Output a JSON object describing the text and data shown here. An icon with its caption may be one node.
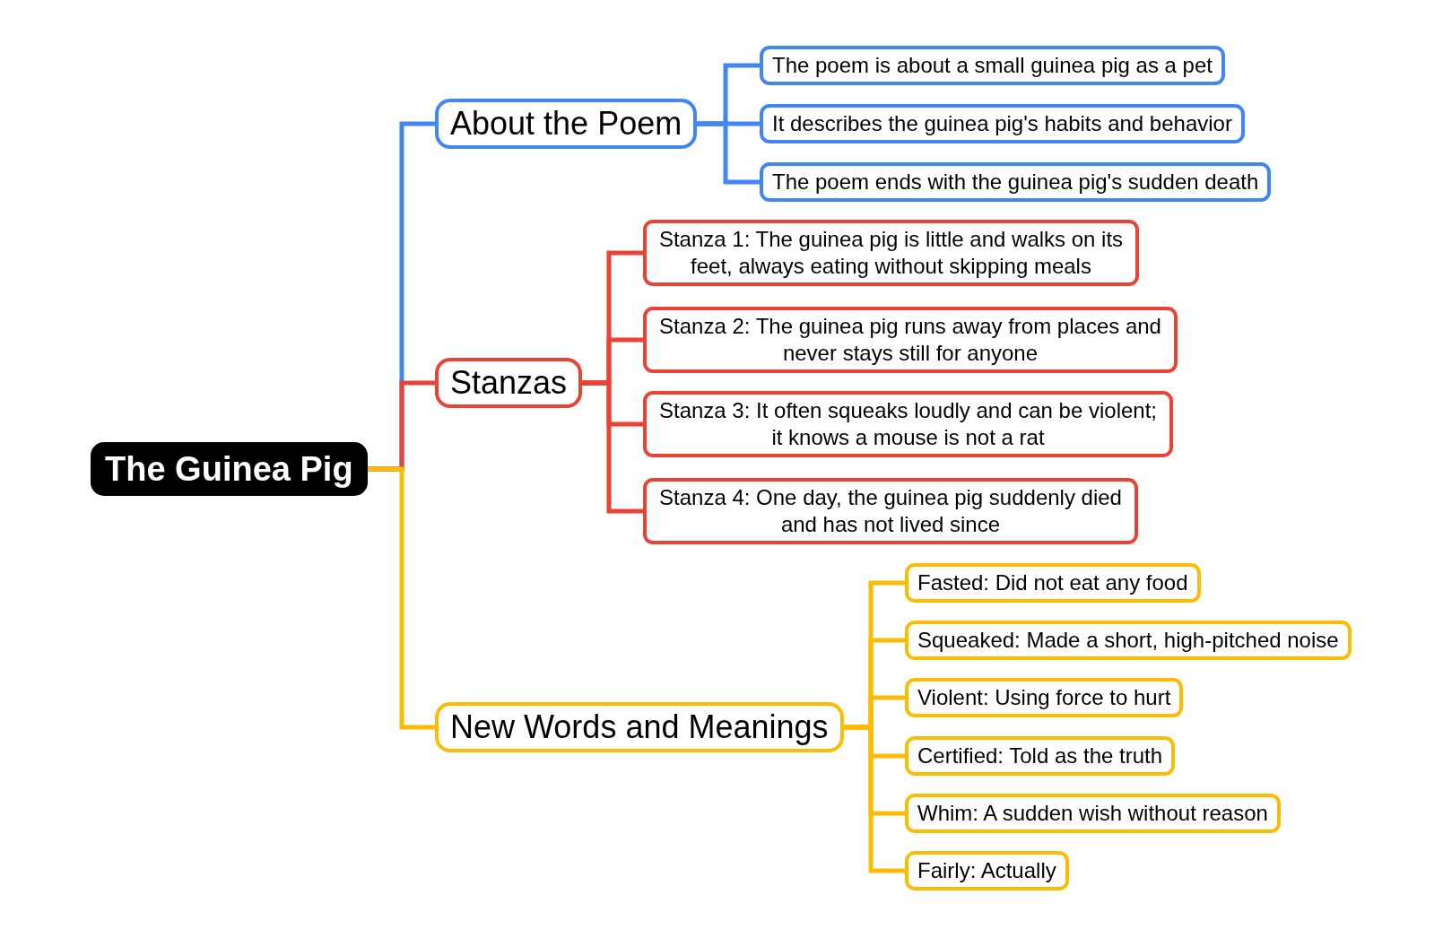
{
  "diagram": {
    "nodes": [
      {
        "text": [
          "The Guinea Pig"
        ]
      },
      {
        "text": [
          "About the Poem"
        ]
      },
      {
        "text": [
          "The poem is about a small guinea pig as a pet"
        ]
      },
      {
        "text": [
          "It describes the guinea pig's habits and behavior"
        ]
      },
      {
        "text": [
          "The poem ends with the guinea pig's sudden death"
        ]
      },
      {
        "text": [
          "Stanzas"
        ]
      },
      {
        "text": [
          "Stanza 1: The guinea pig is little and walks on its feet, always eating without skipping meals"
        ]
      },
      {
        "text": [
          "Stanza 2: The guinea pig runs away from places and never stays still for anyone"
        ]
      },
      {
        "text": [
          "Stanza 3: It often squeaks loudly and can be violent; it knows a mouse is not a rat"
        ]
      },
      {
        "text": [
          "Stanza 4: One day, the guinea pig suddenly died and has not lived since"
        ]
      },
      {
        "text": [
          "New Words and Meanings"
        ]
      },
      {
        "text": [
          "Fasted: Did not eat any food"
        ]
      },
      {
        "text": [
          "Squeaked: Made a short, high-pitched noise"
        ]
      },
      {
        "text": [
          "Violent: Using force to hurt"
        ]
      },
      {
        "text": [
          "Certified: Told as the truth"
        ]
      },
      {
        "text": [
          "Whim: A sudden wish without reason"
        ]
      },
      {
        "text": [
          "Fairly: Actually"
        ]
      }
    ],
    "edges": [
      {
        "from": 0,
        "to": 1,
        "arrow": "none",
        "color": "#4285f4"
      },
      {
        "from": 0,
        "to": 5,
        "arrow": "none",
        "color": "#ea4335"
      },
      {
        "from": 0,
        "to": 10,
        "arrow": "none"
      },
      {
        "from": 1,
        "to": 2,
        "arrow": "none",
        "color": "#4285f4"
      },
      {
        "from": 1,
        "to": 3,
        "arrow": "none",
        "color": "#4285f4"
      },
      {
        "from": 1,
        "to": 4,
        "arrow": "none",
        "color": "#4285f4"
      },
      {
        "from": 5,
        "to": 6,
        "arrow": "none",
        "color": "#ea4335"
      },
      {
        "from": 5,
        "to": 7,
        "arrow": "none",
        "color": "#ea4335"
      },
      {
        "from": 5,
        "to": 8,
        "arrow": "none",
        "color": "#ea4335"
      },
      {
        "from": 5,
        "to": 9,
        "arrow": "none",
        "color": "#ea4335"
      },
      {
        "from": 10,
        "to": 11,
        "arrow": "none"
      },
      {
        "from": 10,
        "to": 12,
        "arrow": "none"
      },
      {
        "from": 10,
        "to": 13,
        "arrow": "none"
      },
      {
        "from": 10,
        "to": 14,
        "arrow": "none"
      },
      {
        "from": 10,
        "to": 15,
        "arrow": "none"
      },
      {
        "from": 10,
        "to": 16,
        "arrow": "none"
      }
    ]
  }
}
